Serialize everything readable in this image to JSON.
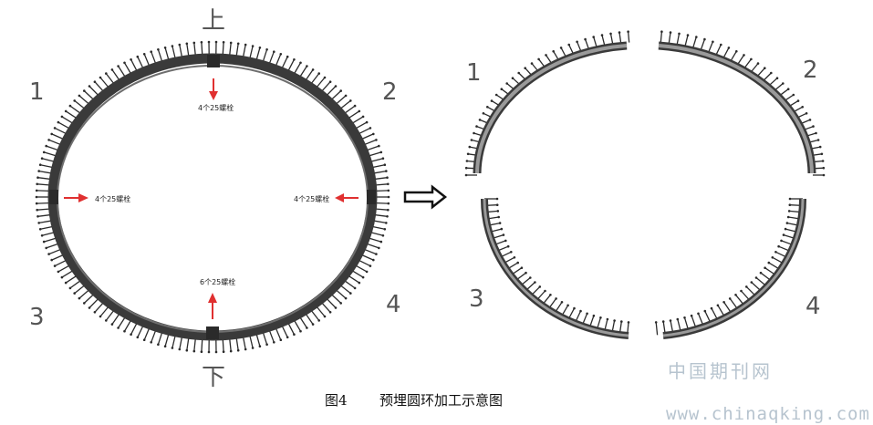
{
  "labels": {
    "top": "上",
    "bottom": "下",
    "q1": "1",
    "q2": "2",
    "q3": "3",
    "q4": "4",
    "q1_right": "1",
    "q2_right": "2",
    "q3_right": "3",
    "q4_right": "4"
  },
  "bolts": {
    "top": "4个25螺栓",
    "left": "4个25螺栓",
    "right": "4个25螺栓",
    "bottom": "6个25螺栓"
  },
  "caption": {
    "figure": "图4",
    "title": "预埋圆环加工示意图"
  },
  "watermark": {
    "name": "中国期刊网",
    "url": "www.chinaqking.com"
  },
  "colors": {
    "ring": "#3a3a3a",
    "ring_fill": "#8a8a8a",
    "arrow": "#e03030",
    "stud": "#2b2b2b"
  },
  "icons": {
    "transform_arrow": "hollow-right-arrow"
  }
}
